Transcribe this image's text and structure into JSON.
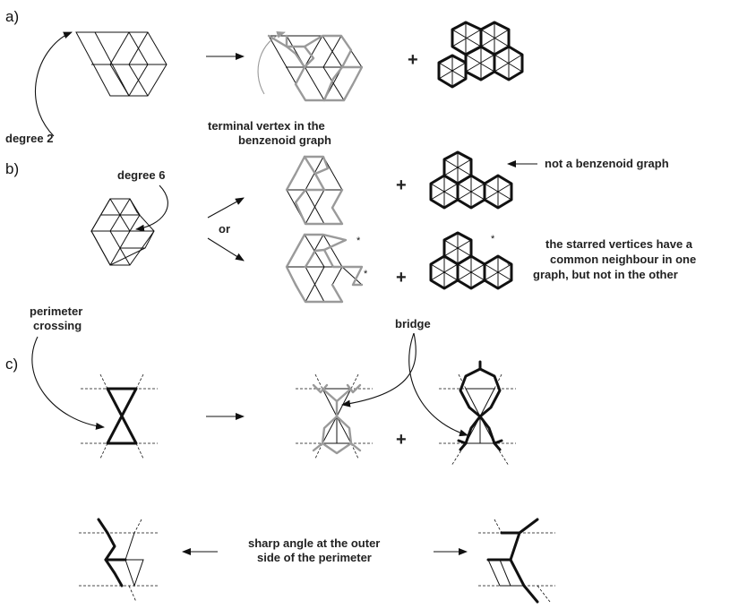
{
  "panels": {
    "a": "a)",
    "b": "b)",
    "c": "c)"
  },
  "labels": {
    "degree2": "degree 2",
    "terminal_vertex_1": "terminal vertex in the",
    "terminal_vertex_2": "benzenoid graph",
    "degree6": "degree 6",
    "or": "or",
    "not_benzenoid": "not a benzenoid graph",
    "starred_1": "the starred vertices have a",
    "starred_2": "common neighbour in one",
    "starred_3": "graph, but not in the other",
    "perimeter_1": "perimeter",
    "perimeter_2": "crossing",
    "bridge": "bridge",
    "sharp_1": "sharp angle at the outer",
    "sharp_2": "side of the perimeter"
  },
  "symbols": {
    "plus": "+",
    "star": "*"
  }
}
